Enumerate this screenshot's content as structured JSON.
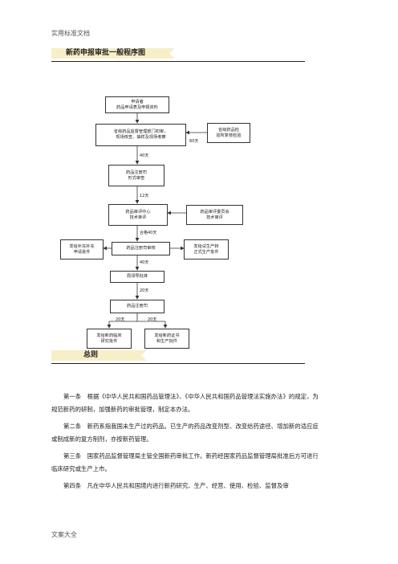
{
  "header": {
    "text": "实用标准文档"
  },
  "footer": {
    "text": "文案大全"
  },
  "section1": {
    "title": "新药申报审批一般程序图"
  },
  "section2": {
    "title": "总则"
  },
  "flowchart": {
    "boxes": {
      "applicant": [
        "申请者",
        "药品申请表及申报资料"
      ],
      "provincial": [
        "省级药品监督管理部门初审，",
        "现场核查、抽样及现场考察"
      ],
      "lab": [
        "省级药品检",
        "验所复核检验"
      ],
      "center_form": [
        "药品注册司",
        "形式审查"
      ],
      "tech_review": [
        "药品审评中心",
        "技术审评"
      ],
      "committee": [
        "药品审评委员会",
        "技术审评"
      ],
      "supplement": [
        "发给补充补充",
        "申请批件"
      ],
      "registration": [
        "药品注册司审核"
      ],
      "production": [
        "发给试生产转",
        "正式生产批件"
      ],
      "bureau": [
        "局领导批准"
      ],
      "reg_dept": [
        "药品注册司"
      ],
      "clinical": [
        "发给新药临床",
        "研究批件"
      ],
      "certificate": [
        "发给新药证书",
        "和生产批件"
      ]
    },
    "labels": {
      "d40a": "40天",
      "d60": "60天",
      "d12": "12天",
      "combo": "合格40天",
      "d40b": "40天",
      "d20a": "20天",
      "d20b": "20天",
      "d20c": "20天"
    }
  },
  "paragraphs": [
    "第一条　根据《中华人民共和国药品管理法》、《中华人民共和国药品管理法实施办法》的规定，为规范新药的研制，加强新药的审批管理，制定本办法。",
    "第二条　新药系指我国未生产过的药品。已生产的药品改变剂型、改变给药途径、增加新的适应症或制成新的复方制剂，亦按新药管理。",
    "第三条　国家药品监督管理局主管全国新药审批工作。新药经国家药品监督管理局批准后方可进行临床研究或生产上市。",
    "第四条　凡在中华人民共和国境内进行新药研究、生产、经营、使用、检验、监督及审"
  ]
}
